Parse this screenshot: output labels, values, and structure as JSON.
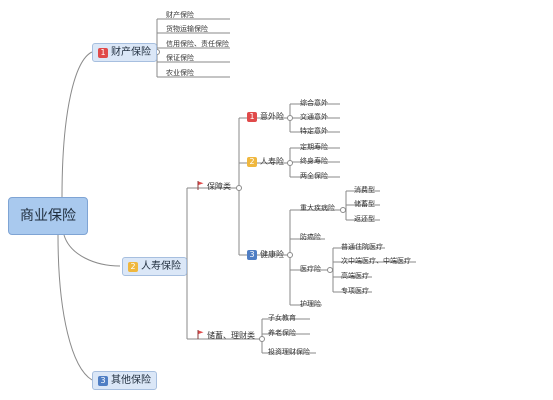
{
  "root": "商业保险",
  "branch_property": {
    "badge": "1",
    "label": "财产保险",
    "items": [
      "财产保险",
      "货物运输保险",
      "信用保险、责任保险",
      "保证保险",
      "农业保险"
    ]
  },
  "branch_life": {
    "badge": "2",
    "label": "人寿保险",
    "protection": {
      "label": "保障类",
      "accident": {
        "badge": "1",
        "label": "意外险",
        "items": [
          "综合意外",
          "交通意外",
          "特定意外"
        ]
      },
      "life": {
        "badge": "2",
        "label": "人寿险",
        "items": [
          "定期寿险",
          "终身寿险",
          "两全保险"
        ]
      },
      "health": {
        "badge": "3",
        "label": "健康险",
        "critical_illness": {
          "label": "重大疾病险",
          "items": [
            "消费型",
            "储蓄型",
            "返还型"
          ]
        },
        "cancer": "防癌险",
        "medical": {
          "label": "医疗险",
          "items": [
            "普通住院医疗",
            "次中端医疗、中端医疗",
            "高端医疗",
            "专项医疗"
          ]
        },
        "nursing": "护理险"
      }
    },
    "savings": {
      "label": "储蓄、理财类",
      "items": [
        "子女教育",
        "养老保险",
        "投资理财保险"
      ]
    }
  },
  "branch_other": {
    "badge": "3",
    "label": "其他保险"
  },
  "colors": {
    "connector": "#8a8a8a",
    "root_fill": "#a9c9ee",
    "main_fill": "#dbe7f7",
    "badge_red": "#e04a4a",
    "badge_yellow": "#efb73e",
    "badge_blue": "#4f7ec4"
  }
}
